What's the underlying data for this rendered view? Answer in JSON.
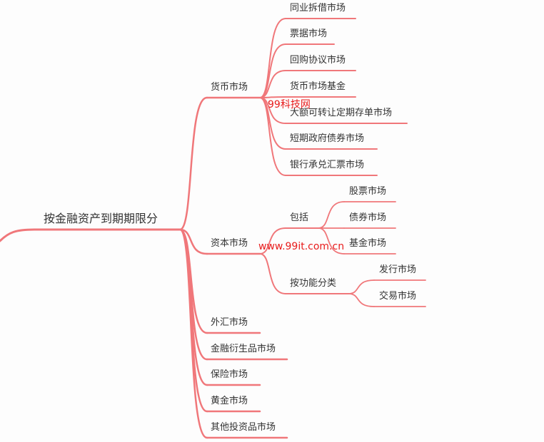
{
  "root": {
    "label": "按金融资产到期期限分"
  },
  "branch_color": "#f0777a",
  "branches": [
    {
      "label": "货币市场",
      "children": [
        {
          "label": "同业拆借市场"
        },
        {
          "label": "票据市场"
        },
        {
          "label": "回购协议市场"
        },
        {
          "label": "货币市场基金"
        },
        {
          "label": "大额可转让定期存单市场"
        },
        {
          "label": "短期政府债券市场"
        },
        {
          "label": "银行承兑汇票市场"
        }
      ]
    },
    {
      "label": "资本市场",
      "children": [
        {
          "label": "包括",
          "children": [
            {
              "label": "股票市场"
            },
            {
              "label": "债券市场"
            },
            {
              "label": "基金市场"
            }
          ]
        },
        {
          "label": "按功能分类",
          "children": [
            {
              "label": "发行市场"
            },
            {
              "label": "交易市场"
            }
          ]
        }
      ]
    },
    {
      "label": "外汇市场"
    },
    {
      "label": "金融衍生品市场"
    },
    {
      "label": "保险市场"
    },
    {
      "label": "黄金市场"
    },
    {
      "label": "其他投资品市场"
    }
  ],
  "watermarks": {
    "primary": "99科技网",
    "secondary": "www.99it.com.cn"
  }
}
